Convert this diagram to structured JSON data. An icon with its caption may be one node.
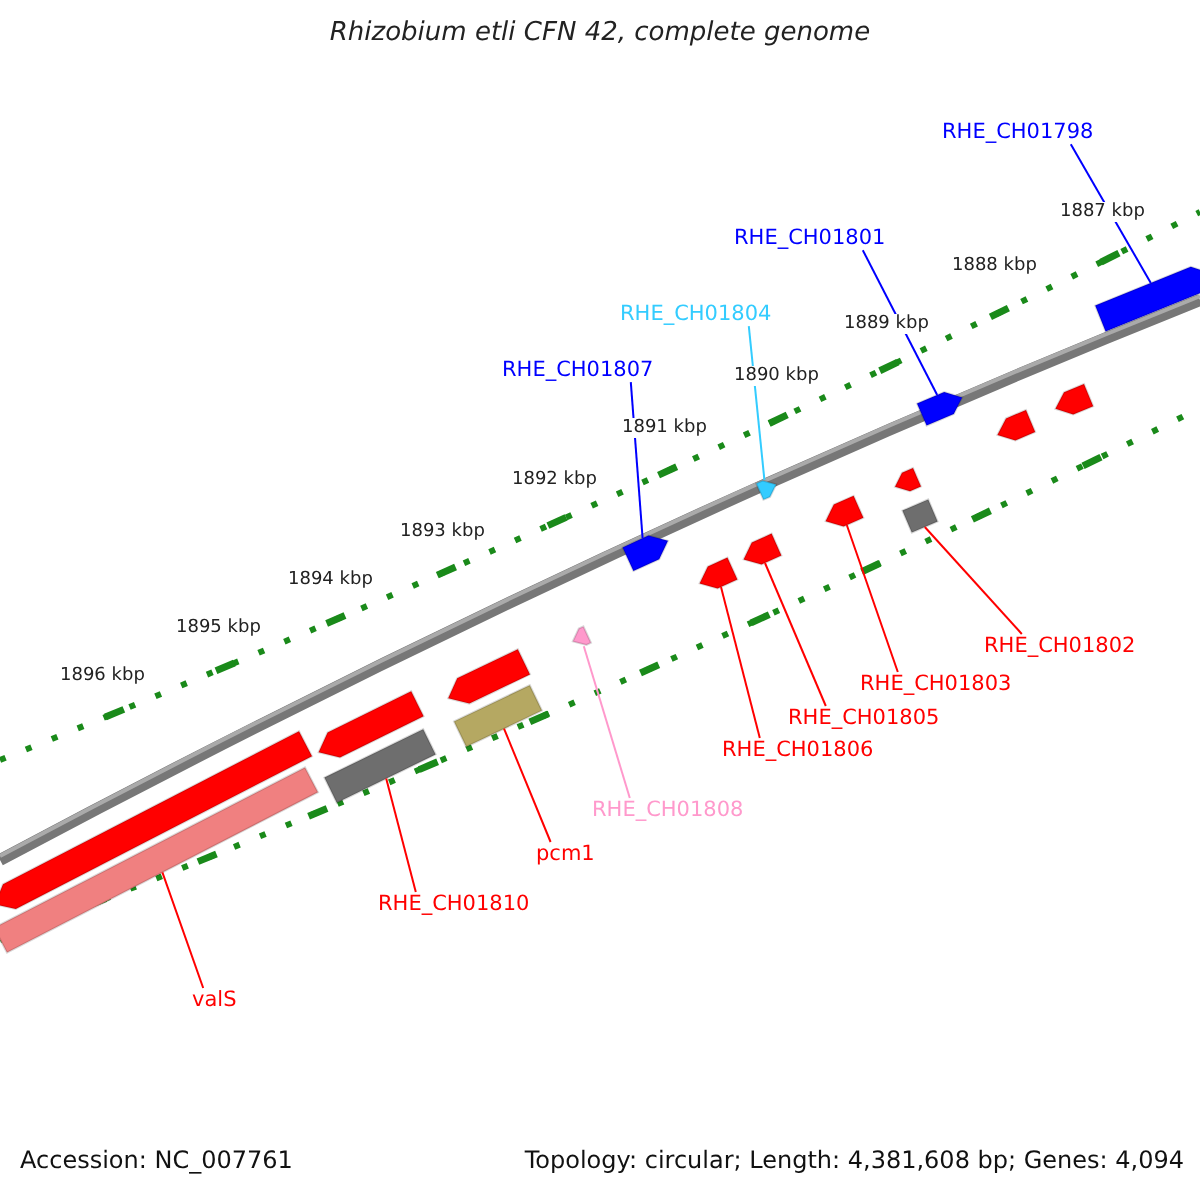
{
  "diagram": {
    "title": "Rhizobium etli CFN 42, complete genome",
    "nodes": [
      {
        "text": [
          "RHE_CH01798"
        ]
      },
      {
        "text": [
          "RHE_CH01801"
        ]
      },
      {
        "text": [
          "RHE_CH01804"
        ]
      },
      {
        "text": [
          "RHE_CH01807"
        ]
      },
      {
        "text": [
          "RHE_CH01802"
        ]
      },
      {
        "text": [
          "RHE_CH01803"
        ]
      },
      {
        "text": [
          "RHE_CH01805"
        ]
      },
      {
        "text": [
          "RHE_CH01806"
        ]
      },
      {
        "text": [
          "RHE_CH01808"
        ]
      },
      {
        "text": [
          "pcm1"
        ]
      },
      {
        "text": [
          "RHE_CH01810"
        ]
      },
      {
        "text": [
          "valS"
        ]
      },
      {
        "text": [],
        "shape": "arrow"
      },
      {
        "text": [],
        "shape": "arrow"
      },
      {
        "text": [],
        "shape": "arrow"
      },
      {
        "text": [],
        "shape": "arrow"
      },
      {
        "text": [],
        "shape": "arrow"
      },
      {
        "text": [],
        "shape": "arrow"
      },
      {
        "text": [],
        "shape": "arrow"
      },
      {
        "text": [],
        "shape": "arrow"
      },
      {
        "text": [],
        "shape": "arrow"
      },
      {
        "text": [],
        "shape": "arrow"
      },
      {
        "text": [],
        "shape": "arrow"
      },
      {
        "text": [],
        "shape": "arrow"
      },
      {
        "text": [],
        "shape": "arrow"
      },
      {
        "text": [],
        "shape": "arrow"
      },
      {
        "text": [],
        "shape": "arrow"
      },
      {
        "text": [],
        "shape": "arrow"
      },
      {
        "text": [],
        "shape": "arrow"
      },
      {
        "text": [],
        "shape": "arrow"
      }
    ],
    "edges": [
      {
        "from": 0,
        "to": 29,
        "arrow": "none",
        "color": "#0000ff"
      },
      {
        "from": 1,
        "to": 26,
        "arrow": "none",
        "color": "#0000ff"
      },
      {
        "from": 2,
        "to": 22,
        "arrow": "none",
        "color": "#33ccff"
      },
      {
        "from": 3,
        "to": 19,
        "arrow": "none",
        "color": "#0000ff"
      },
      {
        "from": 4,
        "to": 25,
        "arrow": "none"
      },
      {
        "from": 5,
        "to": 23,
        "arrow": "none"
      },
      {
        "from": 6,
        "to": 21,
        "arrow": "none"
      },
      {
        "from": 7,
        "to": 20,
        "arrow": "none"
      },
      {
        "from": 8,
        "to": 18,
        "arrow": "none",
        "color": "#ff99cc"
      },
      {
        "from": 9,
        "to": 17,
        "arrow": "none"
      },
      {
        "from": 10,
        "to": 15,
        "arrow": "none"
      },
      {
        "from": 11,
        "to": 13,
        "arrow": "none"
      }
    ],
    "labels": [
      "1887 kbp",
      "1888 kbp",
      "1889 kbp",
      "1890 kbp",
      "1891 kbp",
      "1892 kbp",
      "1893 kbp",
      "1894 kbp",
      "1895 kbp",
      "1896 kbp",
      "Accession: NC_007761",
      "Topology: circular; Length: 4,381,608 bp; Genes: 4,094"
    ]
  }
}
